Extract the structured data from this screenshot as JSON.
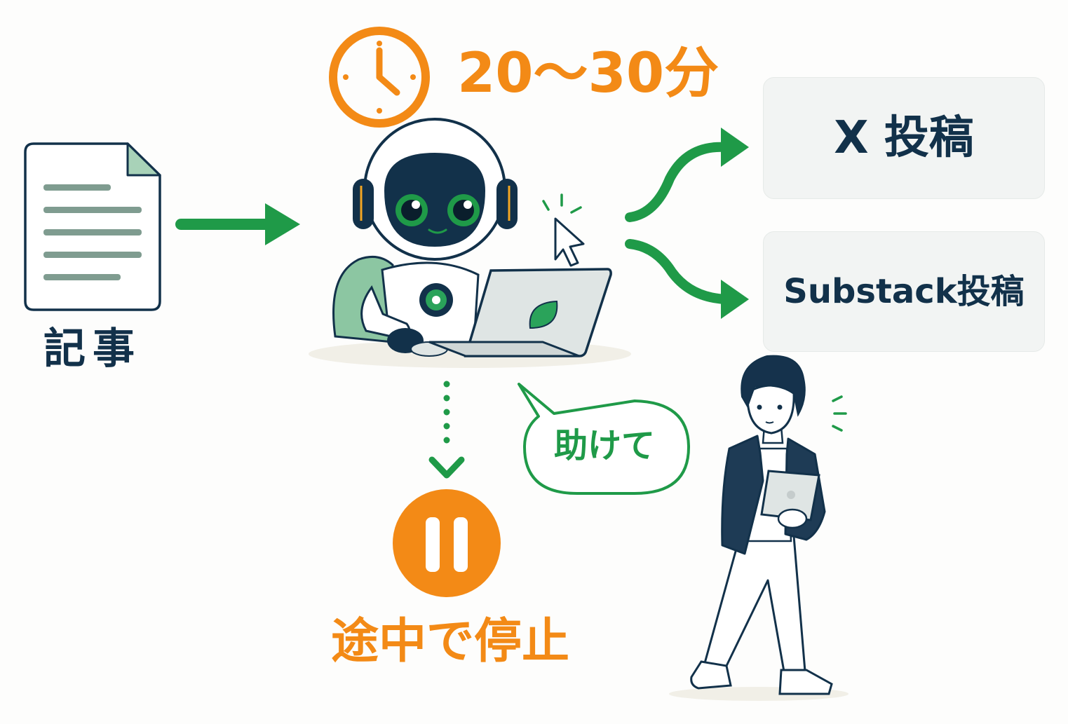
{
  "article": {
    "label": "記事"
  },
  "timer": {
    "label": "20〜30分",
    "icon": "clock-icon"
  },
  "outputs": [
    {
      "label": "X 投稿"
    },
    {
      "label": "Substack投稿"
    }
  ],
  "speech": {
    "label": "助けて"
  },
  "pause": {
    "label": "途中で停止",
    "icon": "pause-icon"
  },
  "colors": {
    "green": "#1f9a48",
    "orange": "#f38a16",
    "navy": "#12314a",
    "box_bg": "#f2f4f3"
  }
}
